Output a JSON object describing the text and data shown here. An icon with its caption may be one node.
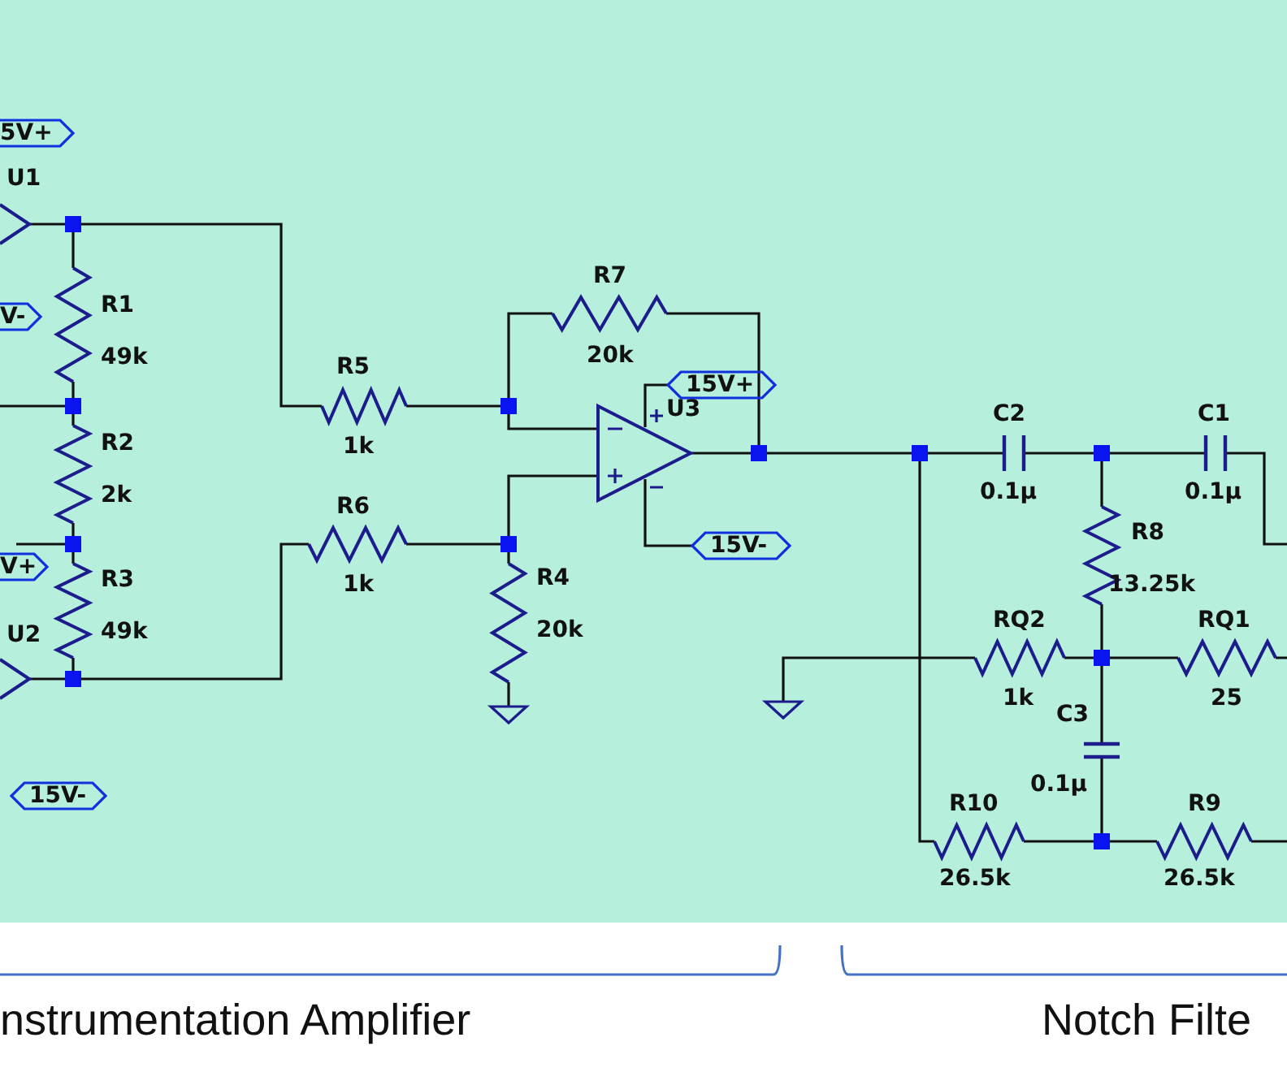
{
  "diagram": {
    "labels": [
      "5V+",
      "U1",
      "R7",
      "R1",
      "V-",
      "20k",
      "49k",
      "R5",
      "15V+",
      "U3",
      "C2",
      "C1",
      "R2",
      "1k",
      "0.1µ",
      "0.1µ",
      "2k",
      "R6",
      "R8",
      "15V-",
      "V+",
      "R4",
      "R3",
      "1k",
      "13.25k",
      "RQ2",
      "RQ1",
      "20k",
      "49k",
      "U2",
      "1k",
      "25",
      "C3",
      "0.1µ",
      "15V-",
      "R10",
      "R9",
      "26.5k",
      "26.5k",
      "nstrumentation Amplifier",
      "Notch Filte"
    ]
  }
}
